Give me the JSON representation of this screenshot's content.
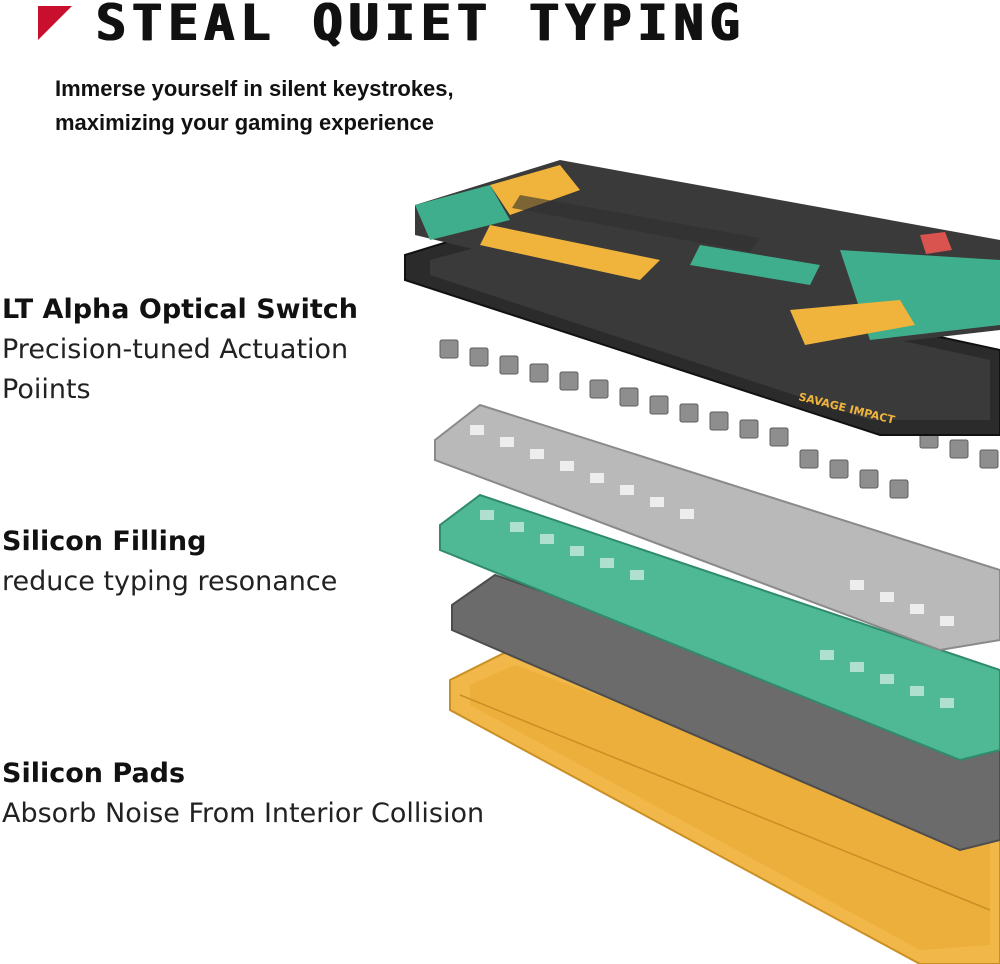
{
  "headline": "STEAL QUIET TYPING",
  "subhead": {
    "line1": "Immerse yourself in silent keystrokes,",
    "line2": "maximizing your gaming experience"
  },
  "features": [
    {
      "title": "LT Alpha Optical Switch",
      "description": "Precision-tuned Actuation Poiints"
    },
    {
      "title": "Silicon Filling",
      "description": "reduce typing resonance"
    },
    {
      "title": "Silicon Pads",
      "description": "Absorb Noise From Interior Collision"
    }
  ],
  "illustration": {
    "brand_label": "SAVAGE IMPACT",
    "colors": {
      "accent_red": "#c8102e",
      "keycap_teal": "#3fae8c",
      "keycap_yellow": "#f0b43c",
      "keycap_dark": "#3a3a3a",
      "frame": "#2b2b2b",
      "switch_gray": "#8e8e8e",
      "plate_silver": "#b9b9b9",
      "pcb_teal": "#4fb894",
      "pad_gray": "#6b6b6b",
      "case_yellow": "#f1b748"
    }
  }
}
